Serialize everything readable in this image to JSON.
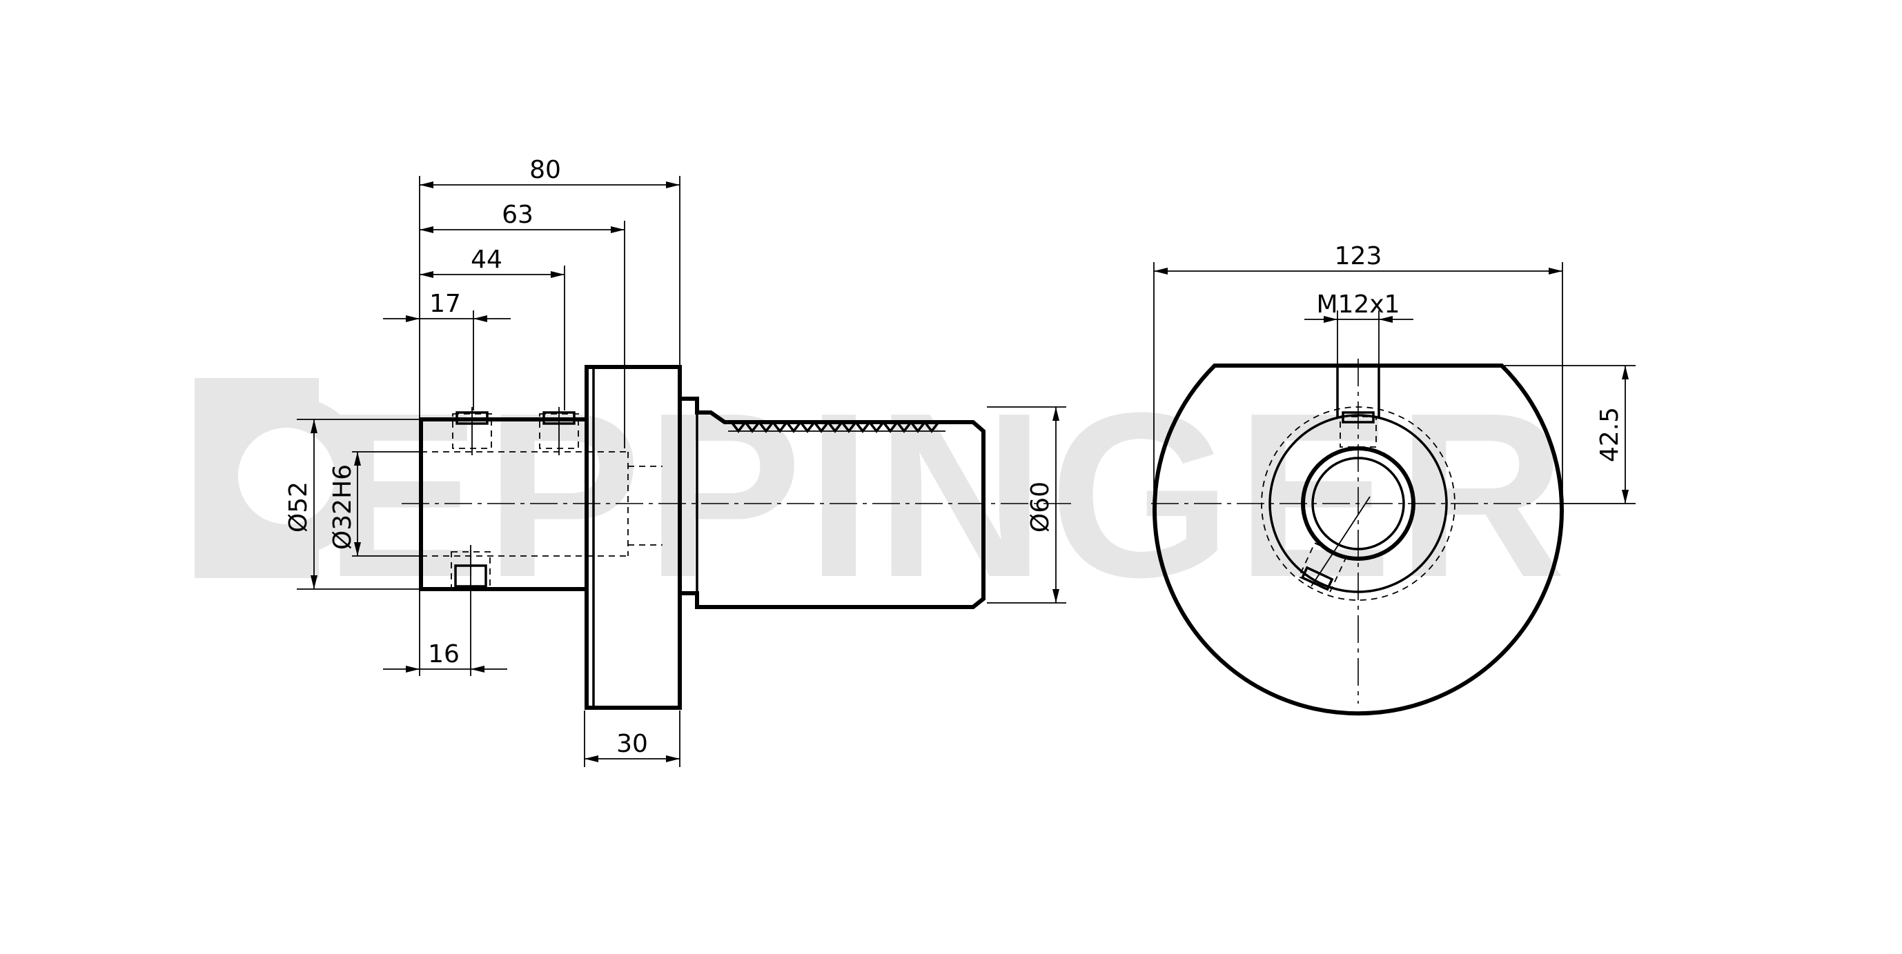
{
  "watermark": {
    "text": "EPPINGER"
  },
  "side_view": {
    "dimensions": {
      "d80": "80",
      "d63": "63",
      "d44": "44",
      "d17": "17",
      "d16": "16",
      "d30": "30",
      "dia52": "Ø52",
      "dia32": "Ø32H6",
      "dia60": "Ø60"
    }
  },
  "front_view": {
    "dimensions": {
      "d123": "123",
      "thread": "M12x1",
      "d42_5": "42.5"
    }
  },
  "colors": {
    "line": "#000000",
    "watermark": "#e6e6e6"
  }
}
